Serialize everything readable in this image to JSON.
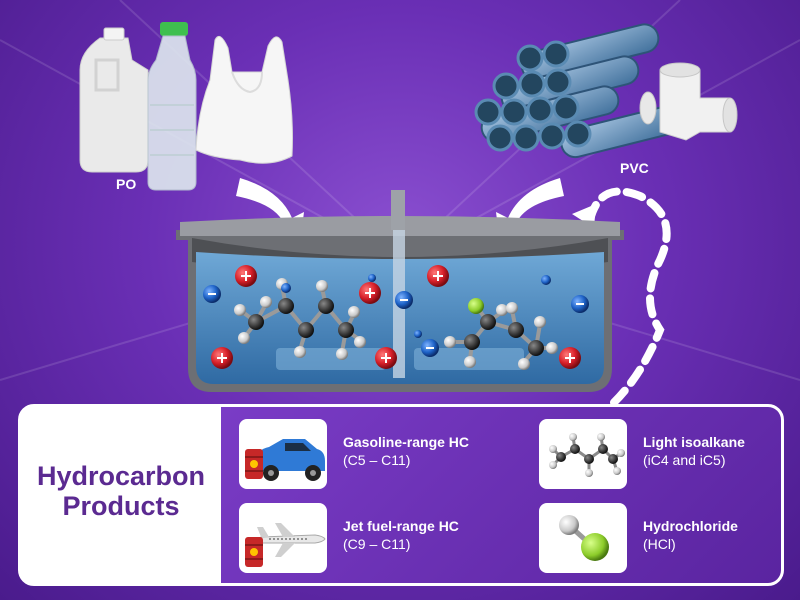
{
  "labels": {
    "po": "PO",
    "pvc": "PVC"
  },
  "panel": {
    "title_line1": "Hydrocarbon",
    "title_line2": "Products",
    "products": [
      {
        "name": "Gasoline-range HC",
        "range": "(C5 – C11)",
        "icon": "car-and-fuel-barrel-icon"
      },
      {
        "name": "Jet fuel-range HC",
        "range": "(C9 – C11)",
        "icon": "jet-and-fuel-barrel-icon"
      },
      {
        "name": "Light isoalkane",
        "range": "(iC4 and iC5)",
        "icon": "isoalkane-molecule-icon"
      },
      {
        "name": "Hydrochloride",
        "range": "(HCl)",
        "icon": "hcl-molecule-icon"
      }
    ]
  },
  "colors": {
    "background": "#6a2fb5",
    "title": "#5b2a91",
    "cation": "#d8202a",
    "anion": "#1e63c8",
    "chlorine": "#8ccc2a"
  }
}
